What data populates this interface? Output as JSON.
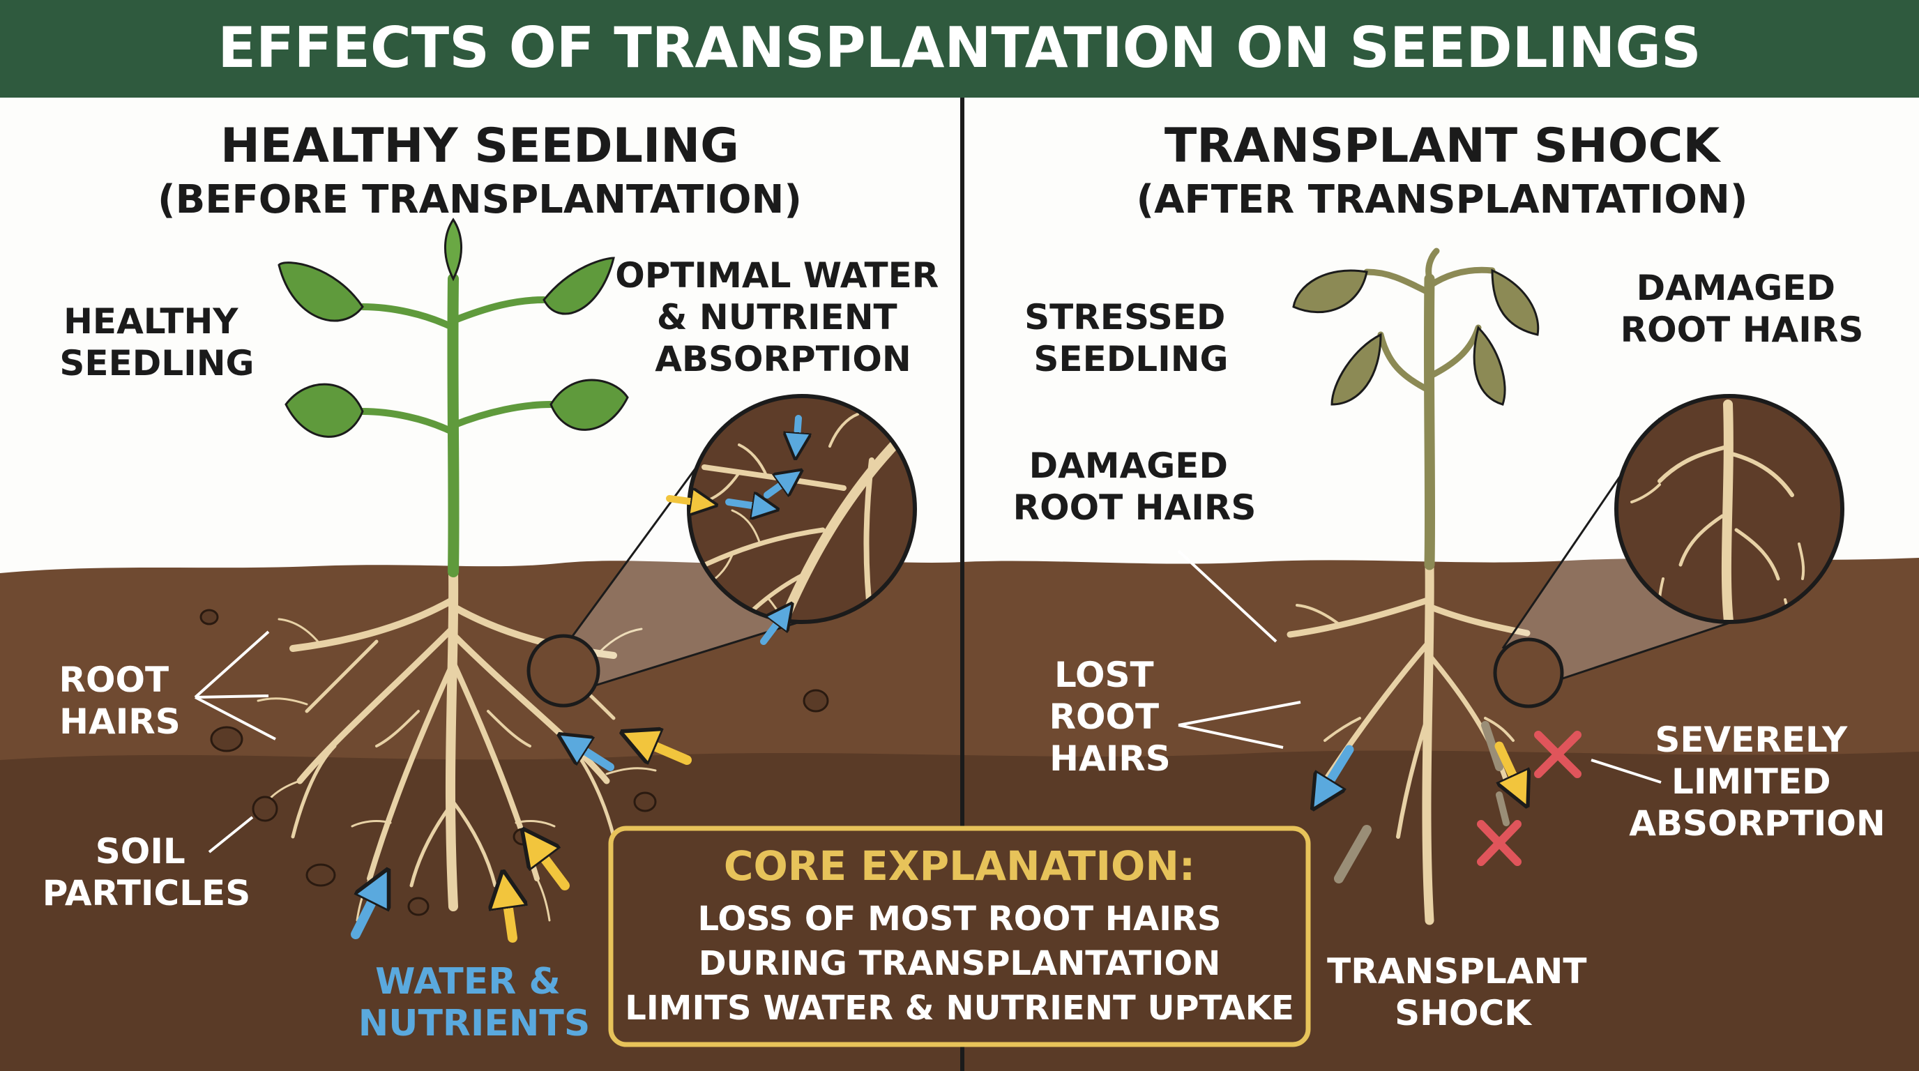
{
  "title": "EFFECTS OF TRANSPLANTATION ON SEEDLINGS",
  "left_panel": {
    "heading": "HEALTHY SEEDLING",
    "subheading": "(BEFORE TRANSPLANTATION)",
    "labels": {
      "seedling": [
        "HEALTHY",
        "SEEDLING"
      ],
      "absorption": [
        "OPTIMAL WATER",
        "& NUTRIENT",
        "ABSORPTION"
      ],
      "root_hairs": [
        "ROOT",
        "HAIRS"
      ],
      "soil_particles": [
        "SOIL",
        "PARTICLES"
      ],
      "water_nutrients": [
        "WATER &",
        "NUTRIENTS"
      ]
    }
  },
  "right_panel": {
    "heading": "TRANSPLANT SHOCK",
    "subheading": "(AFTER TRANSPLANTATION)",
    "labels": {
      "seedling": [
        "STRESSED",
        "SEEDLING"
      ],
      "damaged_zoom": [
        "DAMAGED",
        "ROOT HAIRS"
      ],
      "damaged": [
        "DAMAGED",
        "ROOT HAIRS"
      ],
      "lost": [
        "LOST",
        "ROOT",
        "HAIRS"
      ],
      "limited": [
        "SEVERELY",
        "LIMITED",
        "ABSORPTION"
      ],
      "shock": [
        "TRANSPLANT",
        "SHOCK"
      ]
    }
  },
  "core": {
    "heading": "CORE EXPLANATION:",
    "lines": [
      "LOSS OF MOST ROOT HAIRS",
      "DURING TRANSPLANTATION",
      "LIMITS WATER & NUTRIENT UPTAKE"
    ]
  },
  "colors": {
    "banner": "#2f5a3e",
    "soil_top": "#6f4a31",
    "soil_bottom": "#5a3b27",
    "root": "#e8d2a6",
    "healthy_leaf": "#5f9a3c",
    "stressed_leaf": "#8c8a55",
    "water_arrow": "#5aa9de",
    "nutrient_arrow": "#f2c53d",
    "core_border": "#e7c35a",
    "x_mark": "#e0555b"
  }
}
